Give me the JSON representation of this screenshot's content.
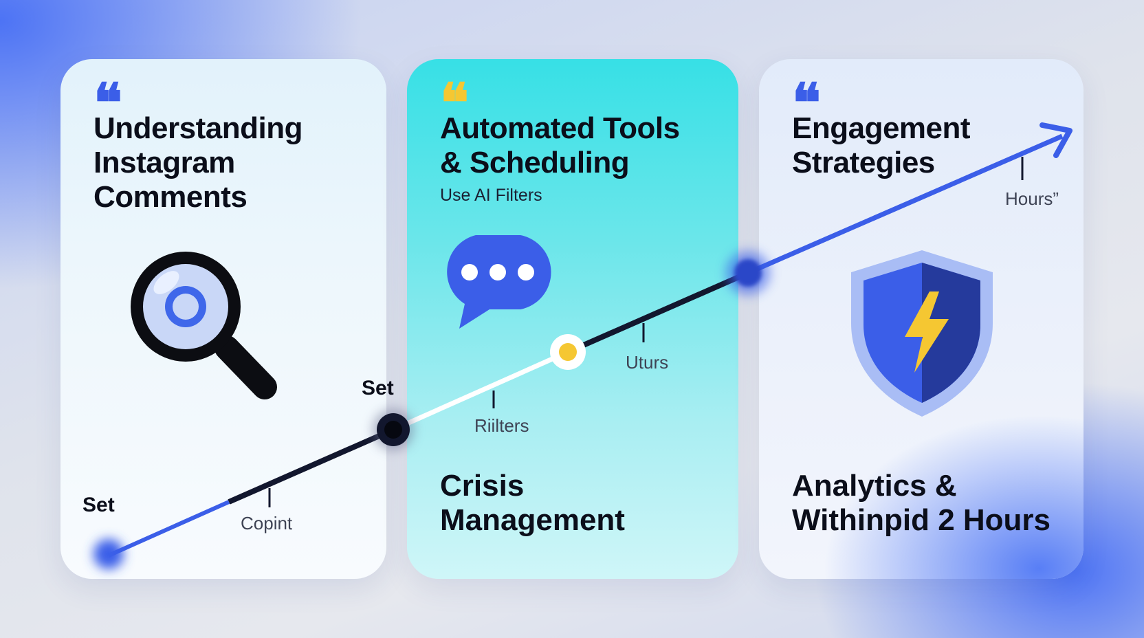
{
  "cards": [
    {
      "title_lines": [
        "Understanding",
        "Instagram",
        "Comments"
      ],
      "quote": "❝",
      "icon": "magnifying-glass-icon",
      "quote_color": "#3b5ee8"
    },
    {
      "title_lines": [
        "Automated Tools",
        "& Scheduling"
      ],
      "subtitle": "Use AI Filters",
      "quote": "❝",
      "icon": "chat-bubble-icon",
      "quote_color": "#f5c732",
      "bottom_lines": [
        "Crisis",
        "Management"
      ]
    },
    {
      "title_lines": [
        "Engagement",
        "Strategies"
      ],
      "quote": "❝",
      "icon": "shield-lightning-icon",
      "quote_color": "#3b5ee8",
      "bottom_lines": [
        "Analytics &",
        "Withinpid 2 Hours"
      ]
    }
  ],
  "timeline": {
    "labels": {
      "set_bottom": "Set",
      "set_mid": "Set",
      "copint": "Copint",
      "riilters": "Riilters",
      "uturs": "Uturs",
      "hours": "Hours”"
    },
    "colors": {
      "blue": "#3b5ee8",
      "navy": "#12172e",
      "accent_yellow": "#f5c732"
    }
  }
}
